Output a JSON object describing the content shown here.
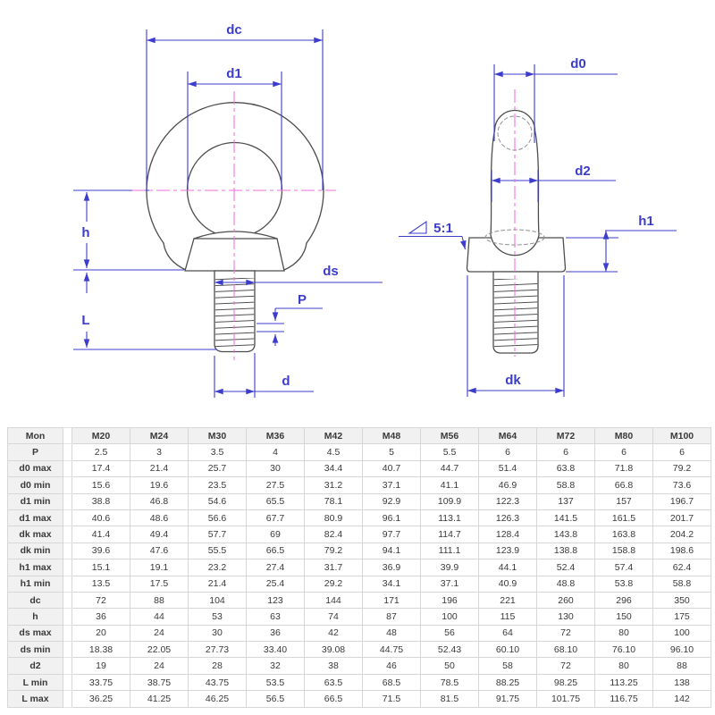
{
  "drawing": {
    "colors": {
      "dimension": "#3c3ccd",
      "centerline": "#f06ede",
      "outline": "#4d4d4d",
      "hidden": "#8f8f8f"
    },
    "labels": {
      "dc": "dc",
      "d1": "d1",
      "h": "h",
      "L": "L",
      "ds": "ds",
      "P": "P",
      "d": "d",
      "d0": "d0",
      "d2": "d2",
      "taper": "5:1",
      "h1": "h1",
      "dk": "dk"
    }
  },
  "table": {
    "unit_header": "Mon",
    "columns": [
      "M20",
      "M24",
      "M30",
      "M36",
      "M42",
      "M48",
      "M56",
      "M64",
      "M72",
      "M80",
      "M100"
    ],
    "rows": [
      {
        "label": "P",
        "values": [
          "2.5",
          "3",
          "3.5",
          "4",
          "4.5",
          "5",
          "5.5",
          "6",
          "6",
          "6",
          "6"
        ]
      },
      {
        "label": "d0 max",
        "values": [
          "17.4",
          "21.4",
          "25.7",
          "30",
          "34.4",
          "40.7",
          "44.7",
          "51.4",
          "63.8",
          "71.8",
          "79.2"
        ]
      },
      {
        "label": "d0 min",
        "values": [
          "15.6",
          "19.6",
          "23.5",
          "27.5",
          "31.2",
          "37.1",
          "41.1",
          "46.9",
          "58.8",
          "66.8",
          "73.6"
        ]
      },
      {
        "label": "d1 min",
        "values": [
          "38.8",
          "46.8",
          "54.6",
          "65.5",
          "78.1",
          "92.9",
          "109.9",
          "122.3",
          "137",
          "157",
          "196.7"
        ]
      },
      {
        "label": "d1 max",
        "values": [
          "40.6",
          "48.6",
          "56.6",
          "67.7",
          "80.9",
          "96.1",
          "113.1",
          "126.3",
          "141.5",
          "161.5",
          "201.7"
        ]
      },
      {
        "label": "dk max",
        "values": [
          "41.4",
          "49.4",
          "57.7",
          "69",
          "82.4",
          "97.7",
          "114.7",
          "128.4",
          "143.8",
          "163.8",
          "204.2"
        ]
      },
      {
        "label": "dk min",
        "values": [
          "39.6",
          "47.6",
          "55.5",
          "66.5",
          "79.2",
          "94.1",
          "111.1",
          "123.9",
          "138.8",
          "158.8",
          "198.6"
        ]
      },
      {
        "label": "h1 max",
        "values": [
          "15.1",
          "19.1",
          "23.2",
          "27.4",
          "31.7",
          "36.9",
          "39.9",
          "44.1",
          "52.4",
          "57.4",
          "62.4"
        ]
      },
      {
        "label": "h1 min",
        "values": [
          "13.5",
          "17.5",
          "21.4",
          "25.4",
          "29.2",
          "34.1",
          "37.1",
          "40.9",
          "48.8",
          "53.8",
          "58.8"
        ]
      },
      {
        "label": "dc",
        "values": [
          "72",
          "88",
          "104",
          "123",
          "144",
          "171",
          "196",
          "221",
          "260",
          "296",
          "350"
        ]
      },
      {
        "label": "h",
        "values": [
          "36",
          "44",
          "53",
          "63",
          "74",
          "87",
          "100",
          "115",
          "130",
          "150",
          "175"
        ]
      },
      {
        "label": "ds max",
        "values": [
          "20",
          "24",
          "30",
          "36",
          "42",
          "48",
          "56",
          "64",
          "72",
          "80",
          "100"
        ]
      },
      {
        "label": "ds min",
        "values": [
          "18.38",
          "22.05",
          "27.73",
          "33.40",
          "39.08",
          "44.75",
          "52.43",
          "60.10",
          "68.10",
          "76.10",
          "96.10"
        ]
      },
      {
        "label": "d2",
        "values": [
          "19",
          "24",
          "28",
          "32",
          "38",
          "46",
          "50",
          "58",
          "72",
          "80",
          "88"
        ]
      },
      {
        "label": "L min",
        "values": [
          "33.75",
          "38.75",
          "43.75",
          "53.5",
          "63.5",
          "68.5",
          "78.5",
          "88.25",
          "98.25",
          "113.25",
          "138"
        ]
      },
      {
        "label": "L max",
        "values": [
          "36.25",
          "41.25",
          "46.25",
          "56.5",
          "66.5",
          "71.5",
          "81.5",
          "91.75",
          "101.75",
          "116.75",
          "142"
        ]
      }
    ]
  }
}
